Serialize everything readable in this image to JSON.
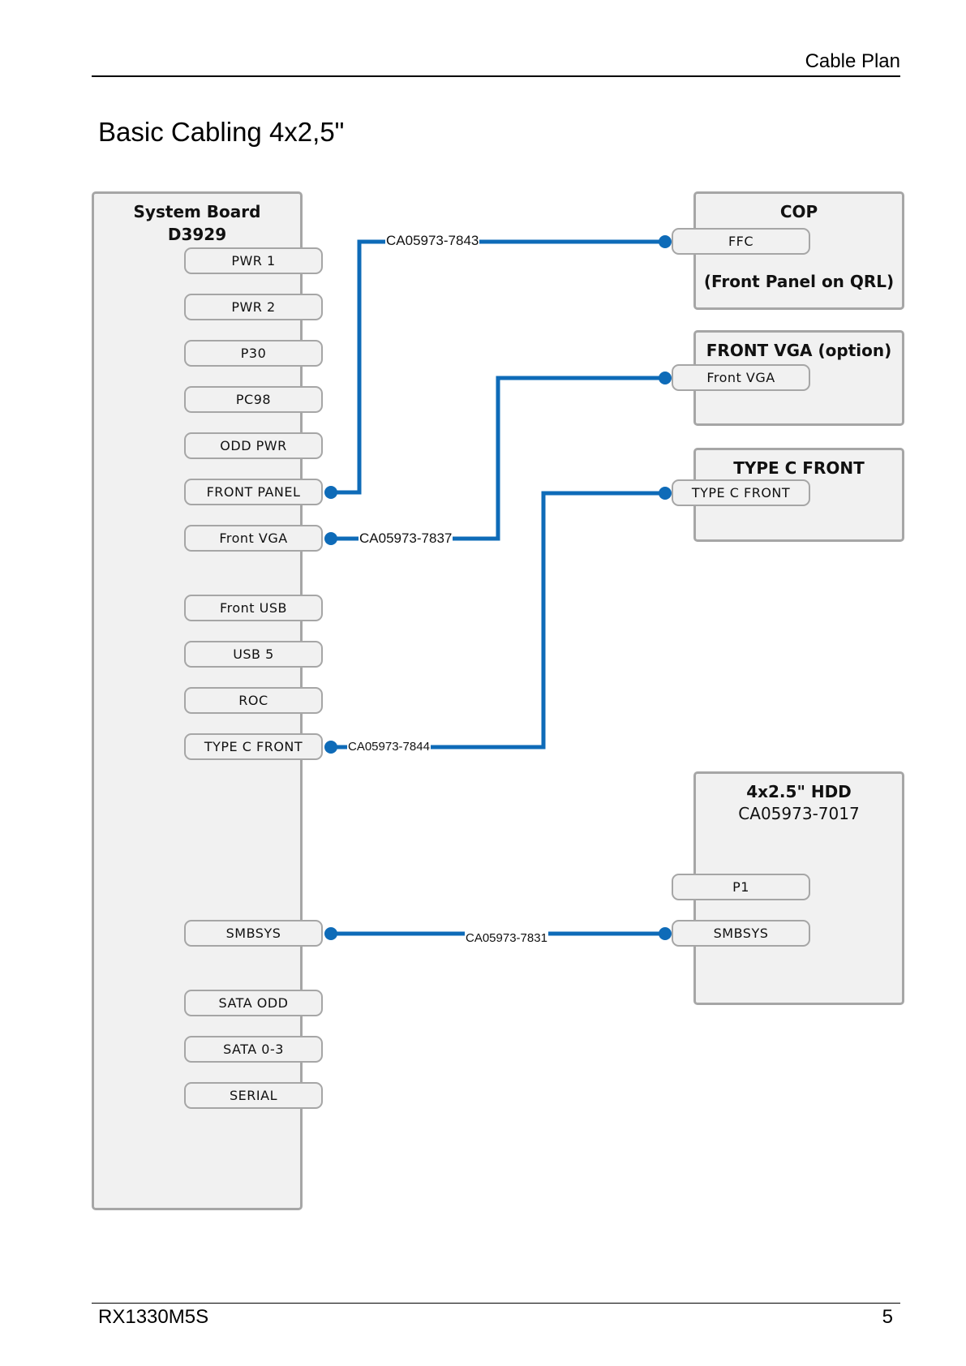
{
  "header": {
    "section": "Cable Plan"
  },
  "title": "Basic Cabling 4x2,5\"",
  "footer": {
    "model": "RX1330M5S",
    "page": "5"
  },
  "system_board": {
    "title_line1": "System Board",
    "title_line2": "D3929",
    "connectors": [
      "PWR 1",
      "PWR 2",
      "P30",
      "PC98",
      "ODD PWR",
      "FRONT PANEL",
      "Front VGA",
      "Front USB",
      "USB 5",
      "ROC",
      "TYPE C FRONT",
      "SMBSYS",
      "SATA ODD",
      "SATA 0-3",
      "SERIAL"
    ]
  },
  "targets": {
    "cop": {
      "title": "COP",
      "connector": "FFC",
      "note": "(Front Panel on QRL)"
    },
    "front_vga": {
      "title": "FRONT VGA (option)",
      "connector": "Front VGA"
    },
    "type_c": {
      "title": "TYPE C FRONT",
      "connector": "TYPE C FRONT"
    },
    "hdd": {
      "title": "4x2.5\" HDD",
      "part": "CA05973-7017",
      "connectors": [
        "P1",
        "SMBSYS"
      ]
    }
  },
  "cables": [
    {
      "id": "CA05973-7843",
      "from": "FRONT PANEL",
      "to": "FFC"
    },
    {
      "id": "CA05973-7837",
      "from": "Front VGA",
      "to": "Front VGA"
    },
    {
      "id": "CA05973-7844",
      "from": "TYPE C FRONT",
      "to": "TYPE C FRONT"
    },
    {
      "id": "CA05973-7831",
      "from": "SMBSYS",
      "to": "SMBSYS"
    }
  ],
  "colors": {
    "cable": "#0e6bb8",
    "box_fill": "#f1f1f1",
    "box_border": "#a6a6a6"
  }
}
